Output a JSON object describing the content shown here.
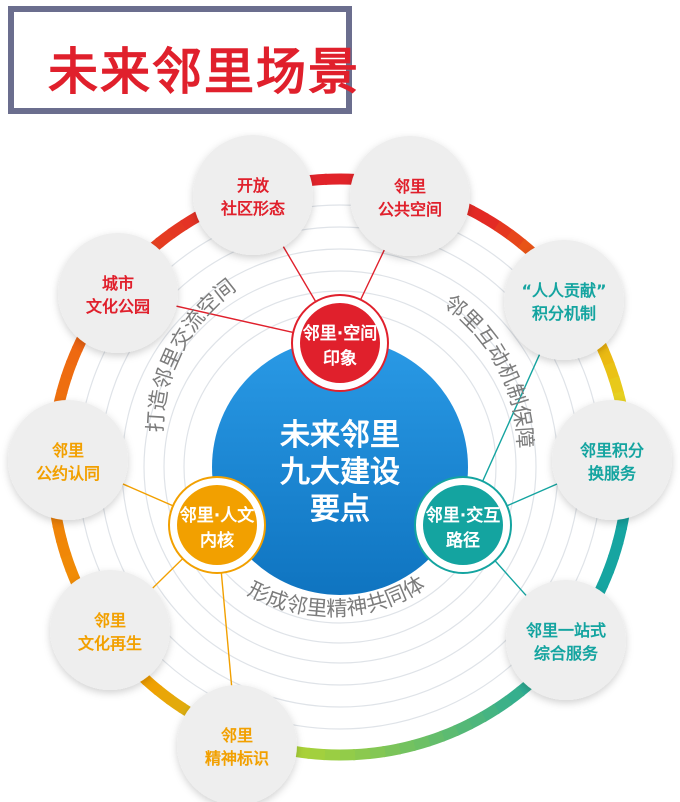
{
  "title": "未来邻里场景",
  "colors": {
    "red": "#e0202c",
    "orange": "#f2a000",
    "teal": "#14a4a0",
    "blue": "#1a86d6",
    "title_border": "#6b6e8e",
    "node_fill": "#eeeeee",
    "arc_text": "#7c7c7c"
  },
  "center": {
    "lines": [
      "未来邻里",
      "九大建设",
      "要点"
    ]
  },
  "hubs": [
    {
      "id": "space",
      "lines": [
        "邻里·空间",
        "印象"
      ],
      "color": "red"
    },
    {
      "id": "culture",
      "lines": [
        "邻里·人文",
        "内核"
      ],
      "color": "orange"
    },
    {
      "id": "interact",
      "lines": [
        "邻里·交互",
        "路径"
      ],
      "color": "teal"
    }
  ],
  "arc_labels": [
    {
      "text": "打造邻里交流空间"
    },
    {
      "text": "邻里互动机制保障"
    },
    {
      "text": "形成邻里精神共同体"
    }
  ],
  "nodes": [
    {
      "lines": [
        "开放",
        "社区形态"
      ],
      "color": "red",
      "hub": "space"
    },
    {
      "lines": [
        "邻里",
        "公共空间"
      ],
      "color": "red",
      "hub": "space"
    },
    {
      "lines": [
        "城市",
        "文化公园"
      ],
      "color": "red",
      "hub": "space"
    },
    {
      "lines": [
        "“人人贡献”",
        "积分机制"
      ],
      "color": "teal",
      "hub": "interact"
    },
    {
      "lines": [
        "邻里积分",
        "换服务"
      ],
      "color": "teal",
      "hub": "interact"
    },
    {
      "lines": [
        "邻里一站式",
        "综合服务"
      ],
      "color": "teal",
      "hub": "interact"
    },
    {
      "lines": [
        "邻里",
        "公约认同"
      ],
      "color": "orange",
      "hub": "culture"
    },
    {
      "lines": [
        "邻里",
        "文化再生"
      ],
      "color": "orange",
      "hub": "culture"
    },
    {
      "lines": [
        "邻里",
        "精神标识"
      ],
      "color": "orange",
      "hub": "culture"
    }
  ]
}
